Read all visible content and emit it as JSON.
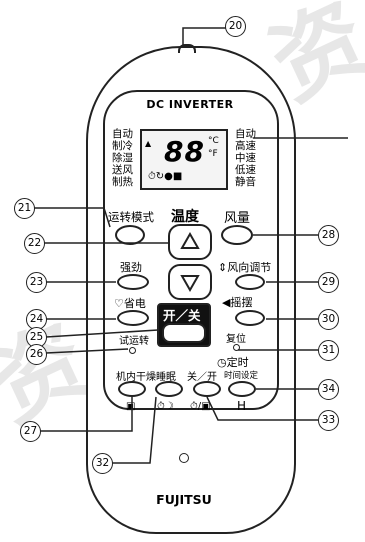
{
  "brand": {
    "top_label": "DC INVERTER",
    "bottom_label": "FUJITSU"
  },
  "lcd": {
    "digits": "88",
    "unit_c": "°C",
    "unit_f": "°F"
  },
  "mode_labels": [
    "自动",
    "制冷",
    "除湿",
    "送风",
    "制热"
  ],
  "fan_labels": [
    "自动",
    "高速",
    "中速",
    "低速",
    "静音"
  ],
  "buttons": {
    "run_mode": "运转模式",
    "temperature": "温度",
    "fan": "风量",
    "powerful": "强劲",
    "economy": "省电",
    "airflow": "风向调节",
    "swing": "摇摆",
    "on_off": "开／关",
    "test_run": "试运转",
    "reset": "复位",
    "coil_dry": "机内干燥",
    "sleep": "睡眠",
    "on_off_timer": "关／开",
    "timer": "定时",
    "timer_setting": "时间设定",
    "timer_h": "H"
  },
  "callouts": [
    "20",
    "21",
    "22",
    "23",
    "24",
    "25",
    "26",
    "27",
    "28",
    "29",
    "30",
    "31",
    "32",
    "33",
    "34"
  ],
  "watermark": "资",
  "icons": [
    "up-arrow-icon",
    "down-arrow-icon",
    "clock-icon",
    "economy-icon",
    "airflow-icon",
    "swing-icon",
    "sleep-icon",
    "coil-dry-icon",
    "timer-icon"
  ]
}
